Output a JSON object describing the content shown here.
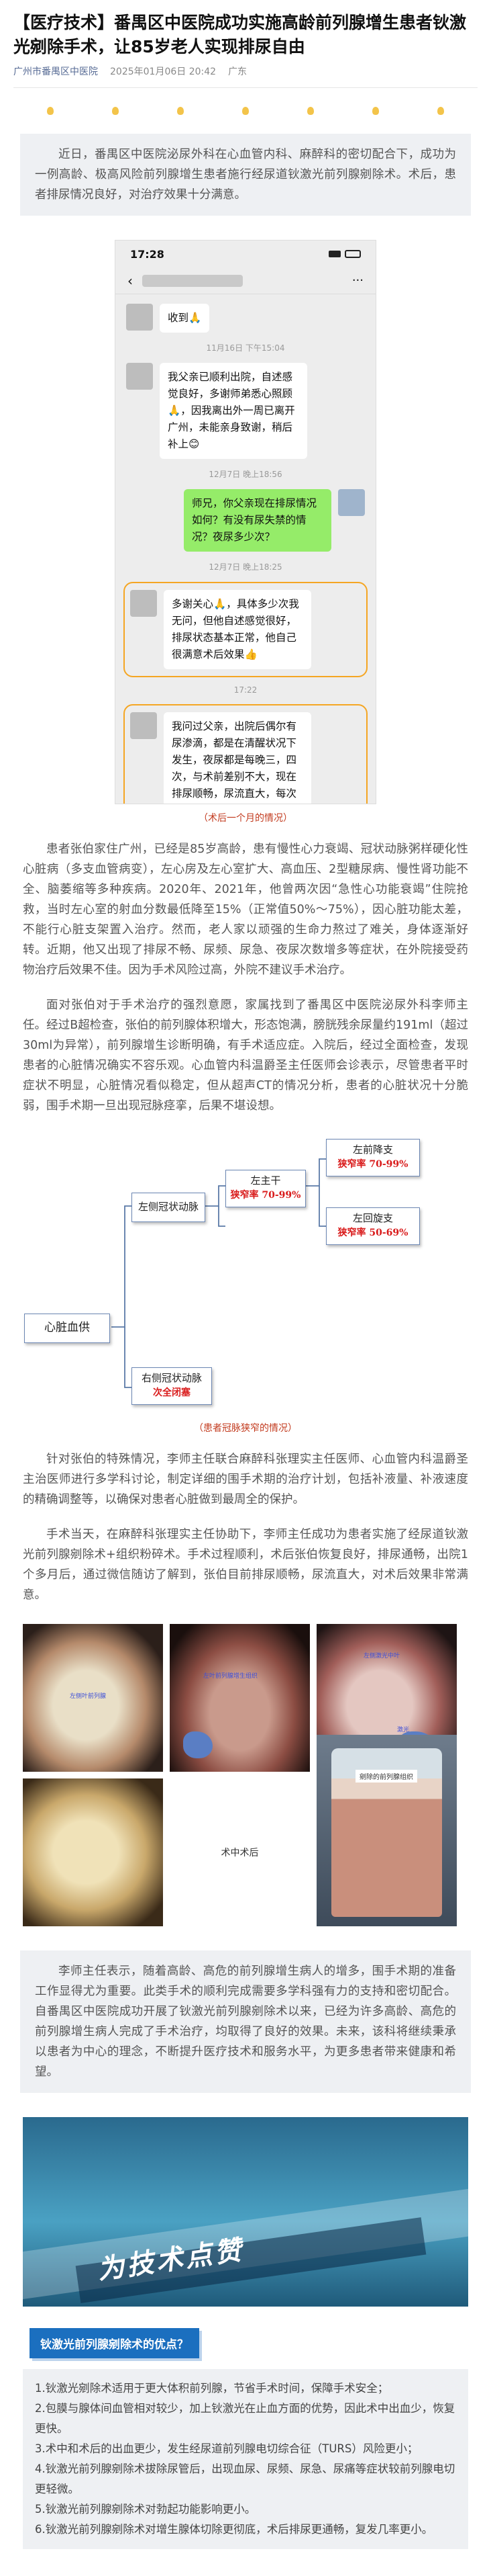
{
  "header": {
    "title": "【医疗技术】番禺区中医院成功实施高龄前列腺增生患者钬激光剜除手术，让85岁老人实现排尿自由",
    "source": "广州市番禺区中医院",
    "datetime": "2025年01月06日 20:42",
    "location": "广东"
  },
  "intro": "近日，番禺区中医院泌尿外科在心血管内科、麻醉科的密切配合下，成功为一例高龄、极高风险前列腺增生患者施行经尿道钬激光前列腺剜除术。术后，患者排尿情况良好，对治疗效果十分满意。",
  "phone": {
    "time": "17:28",
    "messages": [
      {
        "side": "left",
        "text": "收到🙏",
        "highlight": false
      },
      {
        "time": "11月16日 下午15:04"
      },
      {
        "side": "left",
        "text": "我父亲已顺利出院，自述感觉良好，多谢师弟悉心照顾🙏，因我离出外一周已离开广州，未能亲身致谢，稍后补上😊",
        "highlight": false
      },
      {
        "time": "12月7日 晚上18:56"
      },
      {
        "side": "right",
        "text": "师兄，你父亲现在排尿情况如何？有没有尿失禁的情况？夜尿多少次？",
        "highlight": false
      },
      {
        "time": "12月7日 晚上18:25"
      },
      {
        "side": "left",
        "text": "多谢关心🙏，具体多少次我无问，但他自述感觉很好，排尿状态基本正常，他自己很满意术后效果👍",
        "highlight": true
      },
      {
        "time": "17:22"
      },
      {
        "side": "left",
        "text": "我问过父亲，出院后偶尔有尿渗滴，都是在清醒状况下发生，夜尿都是每晚三，四次，与术前差别不大，现在排尿顺畅，尿流直大，每次排尿也能大致排空",
        "highlight": true
      }
    ],
    "caption": "（术后一个月的情况）"
  },
  "para1": "患者张伯家住广州，已经是85岁高龄，患有慢性心力衰竭、冠状动脉粥样硬化性心脏病（多支血管病变），左心房及左心室扩大、高血压、2型糖尿病、慢性肾功能不全、脑萎缩等多种疾病。2020年、2021年，他曾两次因“急性心功能衰竭”住院抢救，当时左心室的射血分数最低降至15%（正常值50%～75%），因心脏功能太差，不能行心脏支架置入治疗。然而，老人家以顽强的生命力熬过了难关，身体逐渐好转。近期，他又出现了排尿不畅、尿频、尿急、夜尿次数增多等症状，在外院接受药物治疗后效果不佳。因为手术风险过高，外院不建议手术治疗。",
  "para2": "面对张伯对于手术治疗的强烈意愿，家属找到了番禺区中医院泌尿外科李师主任。经过B超检查，张伯的前列腺体积增大，形态饱满，膀胱残余尿量约191ml（超过30ml为异常），前列腺增生诊断明确，有手术适应症。入院后，经过全面检查，发现患者的心脏情况确实不容乐观。心血管内科温爵圣主任医师会诊表示，尽管患者平时症状不明显，心脏情况看似稳定，但从超声CT的情况分析，患者的心脏状况十分脆弱，围手术期一旦出现冠脉痉挛，后果不堪设想。",
  "diagram": {
    "caption": "（患者冠脉狭窄的情况）",
    "left": "心脏血供",
    "left_main": {
      "name": "左主干",
      "rate": "狭窄率 70-99%"
    },
    "lad": {
      "name": "左前降支",
      "rate": "狭窄率 70-99%"
    },
    "lcx": {
      "name": "左回旋支",
      "rate": "狭窄率 50-69%"
    },
    "lcx_trunk": {
      "name": "左侧冠状动脉"
    },
    "rca": {
      "name": "右侧冠状动脉",
      "rate": "次全闭塞"
    }
  },
  "para3": "针对张伯的特殊情况，李师主任联合麻醉科张理实主任医师、心血管内科温爵圣主治医师进行多学科讨论，制定详细的围手术期的治疗计划，包括补液量、补液速度的精确调整等，以确保对患者心脏做到最周全的保护。",
  "para4": "手术当天，在麻醉科张理实主任协助下，李师主任成功为患者实施了经尿道钬激光前列腺剜除术+组织粉碎术。手术过程顺利，术后张伯恢复良好，排尿通畅，出院1个多月后，通过微信随访了解到，张伯目前排尿顺畅，尿流直大，对术后效果非常满意。",
  "photos": {
    "labels": [
      "左侧叶前列腺",
      "左叶前列腺增生组织",
      "左侧激光中叶",
      "激光",
      "术中术后",
      "剜除的前列腺组织"
    ]
  },
  "summary": "李师主任表示，随着高龄、高危的前列腺增生病人的增多，围手术期的准备工作显得尤为重要。此类手术的顺利完成需要多学科强有力的支持和密切配合。自番禺区中医院成功开展了钬激光前列腺剜除术以来，已经为许多高龄、高危的前列腺增生病人完成了手术治疗，均取得了良好的效果。未来，该科将继续秉承以患者为中心的理念，不断提升医疗技术和服务水平，为更多患者带来健康和希望。",
  "banner_text": "为技术点赞",
  "benefits": {
    "title": "钬激光前列腺剜除术的优点？",
    "items": [
      "1.钬激光剜除术适用于更大体积前列腺，节省手术时间，保障手术安全；",
      "2.包膜与腺体间血管相对较少，加上钬激光在止血方面的优势，因此术中出血少，恢复更快。",
      "3.术中和术后的出血更少，发生经尿道前列腺电切综合征（TURS）风险更小；",
      "4.钬激光前列腺剜除术拔除尿管后，出现血尿、尿频、尿急、尿痛等症状较前列腺电切更轻微。",
      "5.钬激光前列腺剜除术对勃起功能影响更小。",
      "6.钬激光前列腺剜除术对增生腺体切除更彻底，术后排尿更通畅，复发几率更小。"
    ]
  },
  "colors": {
    "accent": "#1b6fbf",
    "highlight": "#f5a623",
    "red": "#d91b1b",
    "caption": "#c23a1e"
  }
}
